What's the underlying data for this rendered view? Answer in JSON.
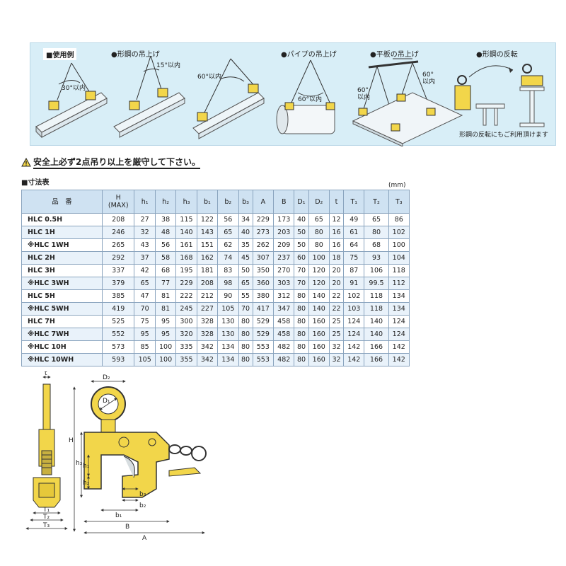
{
  "usage": {
    "title": "■使用例",
    "captions": {
      "shaped_steel": "形鋼の吊上げ",
      "pipe": "パイプの吊上げ",
      "plate": "平板の吊上げ",
      "flip": "形鋼の反転"
    },
    "angles": {
      "a30": "30°以内",
      "a15": "15°以内",
      "a60_left": "60°以内",
      "a60_pipe": "60°以内",
      "a60_plate_left": "60°\n以内",
      "a60_plate_right": "60°\n以内"
    },
    "flip_note": "形鋼の反転にもご利用頂けます"
  },
  "warning": "安全上必ず2点吊り以上を厳守して下さい。",
  "dimensions": {
    "title": "■寸法表",
    "unit": "(mm)",
    "headers": [
      "品　番",
      "H\n(MAX)",
      "h₁",
      "h₂",
      "h₃",
      "b₁",
      "b₂",
      "b₃",
      "A",
      "B",
      "D₁",
      "D₂",
      "t",
      "T₁",
      "T₂",
      "T₃"
    ],
    "rows": [
      [
        "HLC 0.5H",
        "208",
        "27",
        "38",
        "115",
        "122",
        "56",
        "34",
        "229",
        "173",
        "40",
        "65",
        "12",
        "49",
        "65",
        "86"
      ],
      [
        "HLC 1H",
        "246",
        "32",
        "48",
        "140",
        "143",
        "65",
        "40",
        "273",
        "203",
        "50",
        "80",
        "16",
        "61",
        "80",
        "102"
      ],
      [
        "※HLC 1WH",
        "265",
        "43",
        "56",
        "161",
        "151",
        "62",
        "35",
        "262",
        "209",
        "50",
        "80",
        "16",
        "64",
        "68",
        "100"
      ],
      [
        "HLC 2H",
        "292",
        "37",
        "58",
        "168",
        "162",
        "74",
        "45",
        "307",
        "237",
        "60",
        "100",
        "18",
        "75",
        "93",
        "104"
      ],
      [
        "HLC 3H",
        "337",
        "42",
        "68",
        "195",
        "181",
        "83",
        "50",
        "350",
        "270",
        "70",
        "120",
        "20",
        "87",
        "106",
        "118"
      ],
      [
        "※HLC 3WH",
        "379",
        "65",
        "77",
        "229",
        "208",
        "98",
        "65",
        "360",
        "303",
        "70",
        "120",
        "20",
        "91",
        "99.5",
        "112"
      ],
      [
        "HLC 5H",
        "385",
        "47",
        "81",
        "222",
        "212",
        "90",
        "55",
        "380",
        "312",
        "80",
        "140",
        "22",
        "102",
        "118",
        "134"
      ],
      [
        "※HLC 5WH",
        "419",
        "70",
        "81",
        "245",
        "227",
        "105",
        "70",
        "417",
        "347",
        "80",
        "140",
        "22",
        "103",
        "118",
        "134"
      ],
      [
        "HLC 7H",
        "525",
        "75",
        "95",
        "300",
        "328",
        "130",
        "80",
        "529",
        "458",
        "80",
        "160",
        "25",
        "124",
        "140",
        "124"
      ],
      [
        "※HLC 7WH",
        "552",
        "95",
        "95",
        "320",
        "328",
        "130",
        "80",
        "529",
        "458",
        "80",
        "160",
        "25",
        "124",
        "140",
        "124"
      ],
      [
        "※HLC 10H",
        "573",
        "85",
        "100",
        "335",
        "342",
        "134",
        "80",
        "553",
        "482",
        "80",
        "160",
        "32",
        "142",
        "166",
        "142"
      ],
      [
        "※HLC 10WH",
        "593",
        "105",
        "100",
        "355",
        "342",
        "134",
        "80",
        "553",
        "482",
        "80",
        "160",
        "32",
        "142",
        "166",
        "142"
      ]
    ]
  },
  "drawing": {
    "labels": {
      "t": "t",
      "D2": "D₂",
      "D1": "D₁",
      "H": "H",
      "h3": "h₃",
      "h1": "h₁",
      "h2": "h₂",
      "b3": "b₃",
      "b2": "b₂",
      "b1": "b₁",
      "B": "B",
      "A": "A",
      "T1": "T₁",
      "T2": "T₂",
      "T3": "T₃"
    },
    "colors": {
      "clamp": "#f2d64a",
      "outline": "#333333",
      "panel": "#d8eef7"
    }
  }
}
